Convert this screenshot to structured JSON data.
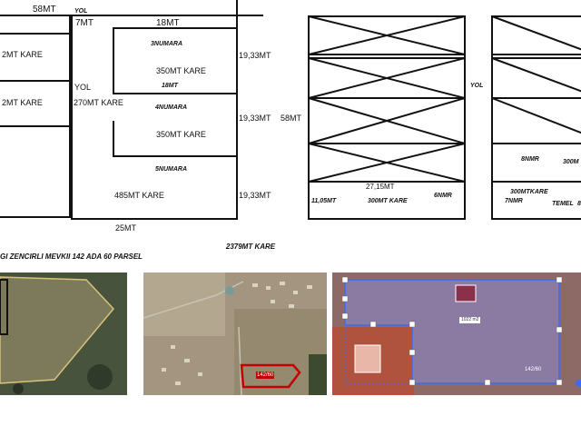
{
  "plan_left": {
    "road_top_length": "58MT",
    "road_label_top": "YOL",
    "road_width": "7MT",
    "width_top": "18MT",
    "left_area_1": "2MT KARE",
    "left_area_2": "2MT KARE",
    "road_label_side": "YOL",
    "road_area": "270MT KARE",
    "lot3": {
      "name": "3NUMARA",
      "area": "350MT KARE",
      "depth": "19,33MT"
    },
    "lot4_width": "18MT",
    "lot4": {
      "name": "4NUMARA",
      "area": "350MT KARE",
      "depth": "19,33MT"
    },
    "lot5": {
      "name": "5NUMARA",
      "area": "485MT KARE",
      "depth": "19,33MT"
    },
    "side_length": "58MT",
    "width_bottom": "25MT"
  },
  "plan_right": {
    "lot6": {
      "width": "27,15MT",
      "side": "11,05MT",
      "area": "300MT KARE",
      "name": "6NMR"
    },
    "road_label": "YOL",
    "lot8_name": "8NMR",
    "lot8_area": "300M",
    "lot7": {
      "area": "300MTKARE",
      "name": "7NMR"
    },
    "temel_label": "TEMEL",
    "temel_suffix": "8"
  },
  "caption": {
    "total_area": "2379MT KARE",
    "parcel_info": "GI ZENCIRLI MEVKII 142 ADA 60 PARSEL"
  },
  "photos": {
    "middle_parcel_label": "142/60",
    "right_area_label": "1022 m2",
    "right_parcel_label": "142/60"
  }
}
